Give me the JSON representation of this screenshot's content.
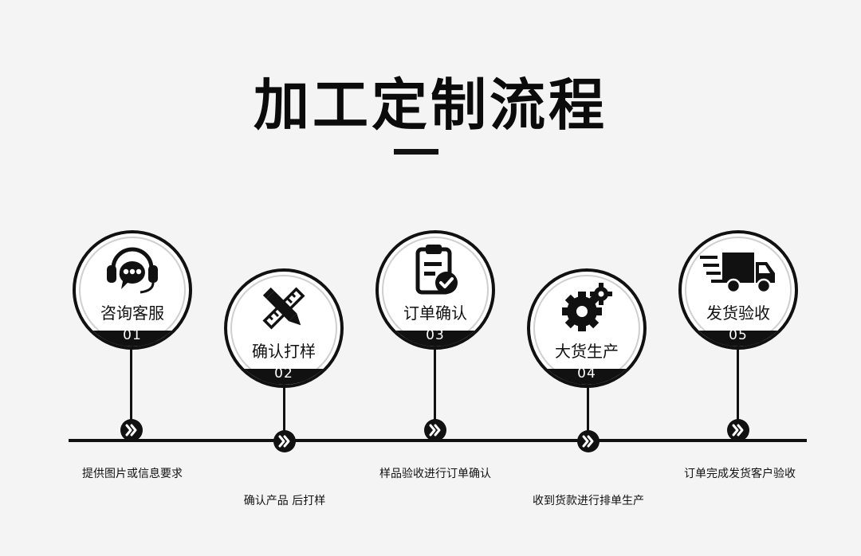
{
  "title": "加工定制流程",
  "steps": [
    {
      "label": "咨询客服",
      "num": "01",
      "desc": "提供图片或信息要求",
      "icon": "headset-chat-icon"
    },
    {
      "label": "确认打样",
      "num": "02",
      "desc": "确认产品 后打样",
      "icon": "pencil-ruler-icon"
    },
    {
      "label": "订单确认",
      "num": "03",
      "desc": "样品验收进行订单确认",
      "icon": "clipboard-check-icon"
    },
    {
      "label": "大货生产",
      "num": "04",
      "desc": "收到货款进行排单生产",
      "icon": "gear-icon"
    },
    {
      "label": "发货验收",
      "num": "05",
      "desc": "订单完成发货客户验收",
      "icon": "delivery-truck-icon"
    }
  ],
  "colors": {
    "primary": "#111111",
    "background": "#f4f4f4"
  }
}
